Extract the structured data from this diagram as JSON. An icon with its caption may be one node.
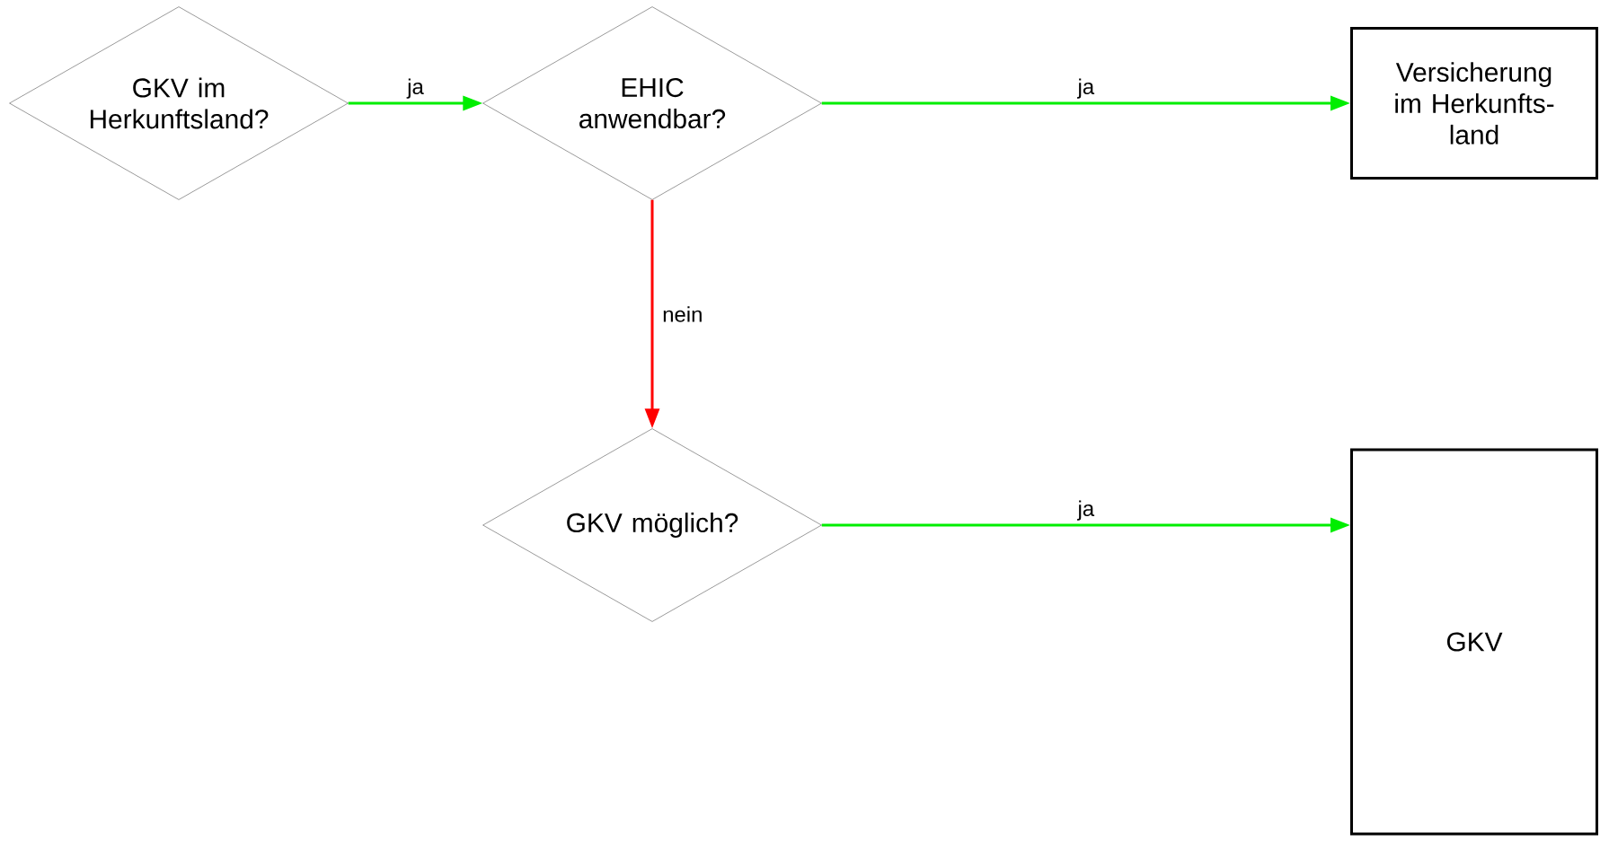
{
  "diagram": {
    "nodes": [
      {
        "text": [
          "GKV im Herkunftsland?"
        ]
      },
      {
        "text": [
          "EHIC anwendbar?"
        ]
      },
      {
        "text": [
          "Versicherung im Herkunfts-land"
        ]
      },
      {
        "text": [
          "GKV möglich?"
        ]
      },
      {
        "text": [
          "GKV"
        ]
      }
    ],
    "edges": [
      {
        "from": 0,
        "to": 1,
        "arrow": "to",
        "label": "ja"
      },
      {
        "from": 1,
        "to": 2,
        "arrow": "to",
        "label": "ja"
      },
      {
        "from": 1,
        "to": 3,
        "arrow": "to",
        "label": "nein",
        "color": "#ff0000"
      },
      {
        "from": 3,
        "to": 4,
        "arrow": "to",
        "label": "ja"
      }
    ]
  }
}
